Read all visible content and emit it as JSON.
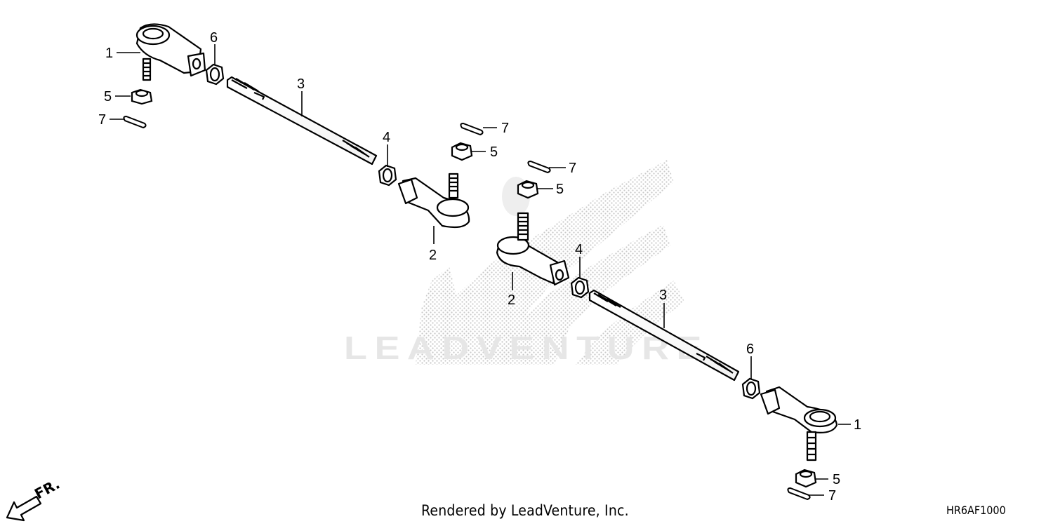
{
  "watermark": {
    "text": "LEADVENTURE"
  },
  "callouts": {
    "p1_left": "1",
    "p1_right": "1",
    "p2_left": "2",
    "p2_right": "2",
    "p3_left": "3",
    "p3_right": "3",
    "p4_left": "4",
    "p4_right": "4",
    "p5_a": "5",
    "p5_b": "5",
    "p5_c": "5",
    "p5_d": "5",
    "p6_left": "6",
    "p6_right": "6",
    "p7_a": "7",
    "p7_b": "7",
    "p7_c": "7",
    "p7_d": "7"
  },
  "direction": {
    "label": "FR."
  },
  "footer": {
    "credit": "Rendered by LeadVenture, Inc.",
    "code": "HR6AF1000"
  }
}
